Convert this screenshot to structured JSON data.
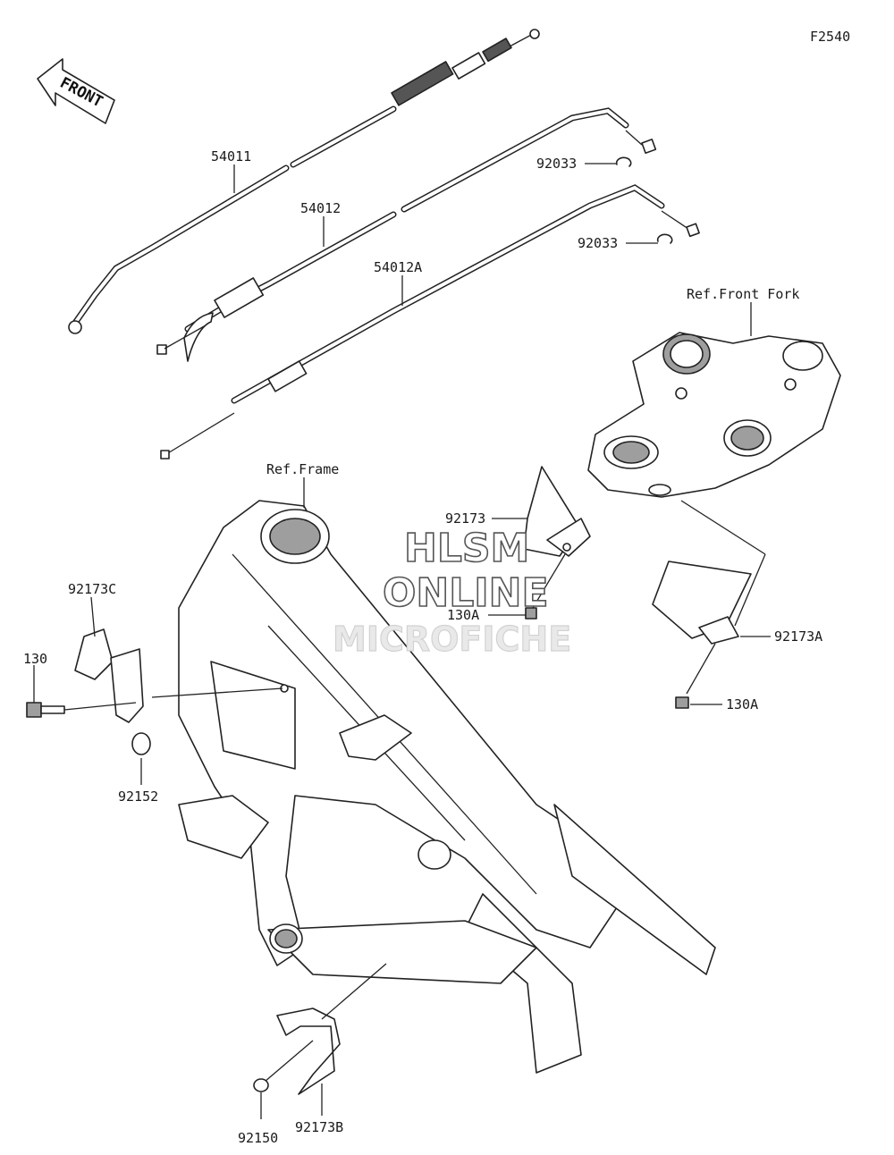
{
  "diagram_id": "F2540",
  "direction_label": "FRONT",
  "references": {
    "front_fork": "Ref.Front Fork",
    "frame": "Ref.Frame"
  },
  "parts": {
    "p54011": "54011",
    "p54012": "54012",
    "p54012a": "54012A",
    "p92033_upper": "92033",
    "p92033_lower": "92033",
    "p92173": "92173",
    "p92173a": "92173A",
    "p92173b": "92173B",
    "p92173c": "92173C",
    "p130": "130",
    "p130a_center": "130A",
    "p130a_right": "130A",
    "p92152": "92152",
    "p92150": "92150"
  },
  "watermark": {
    "line1": "HLSM",
    "line2": "ONLINE",
    "line3": "MICROFICHE"
  }
}
